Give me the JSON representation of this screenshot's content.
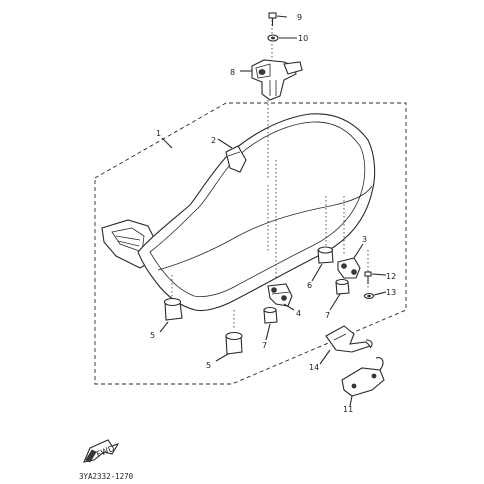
{
  "callouts": [
    {
      "id": "c1",
      "text": "1"
    },
    {
      "id": "c2",
      "text": "2"
    },
    {
      "id": "c3",
      "text": "3"
    },
    {
      "id": "c4",
      "text": "4"
    },
    {
      "id": "c5a",
      "text": "5"
    },
    {
      "id": "c5b",
      "text": "5"
    },
    {
      "id": "c6",
      "text": "6"
    },
    {
      "id": "c7a",
      "text": "7"
    },
    {
      "id": "c7b",
      "text": "7"
    },
    {
      "id": "c8",
      "text": "8"
    },
    {
      "id": "c9",
      "text": "9"
    },
    {
      "id": "c10",
      "text": "10"
    },
    {
      "id": "c11",
      "text": "11"
    },
    {
      "id": "c12",
      "text": "12"
    },
    {
      "id": "c13",
      "text": "13"
    },
    {
      "id": "c14",
      "text": "14"
    }
  ],
  "front_arrow_text": "FWD",
  "diagram_code": "3YA2332-1270"
}
